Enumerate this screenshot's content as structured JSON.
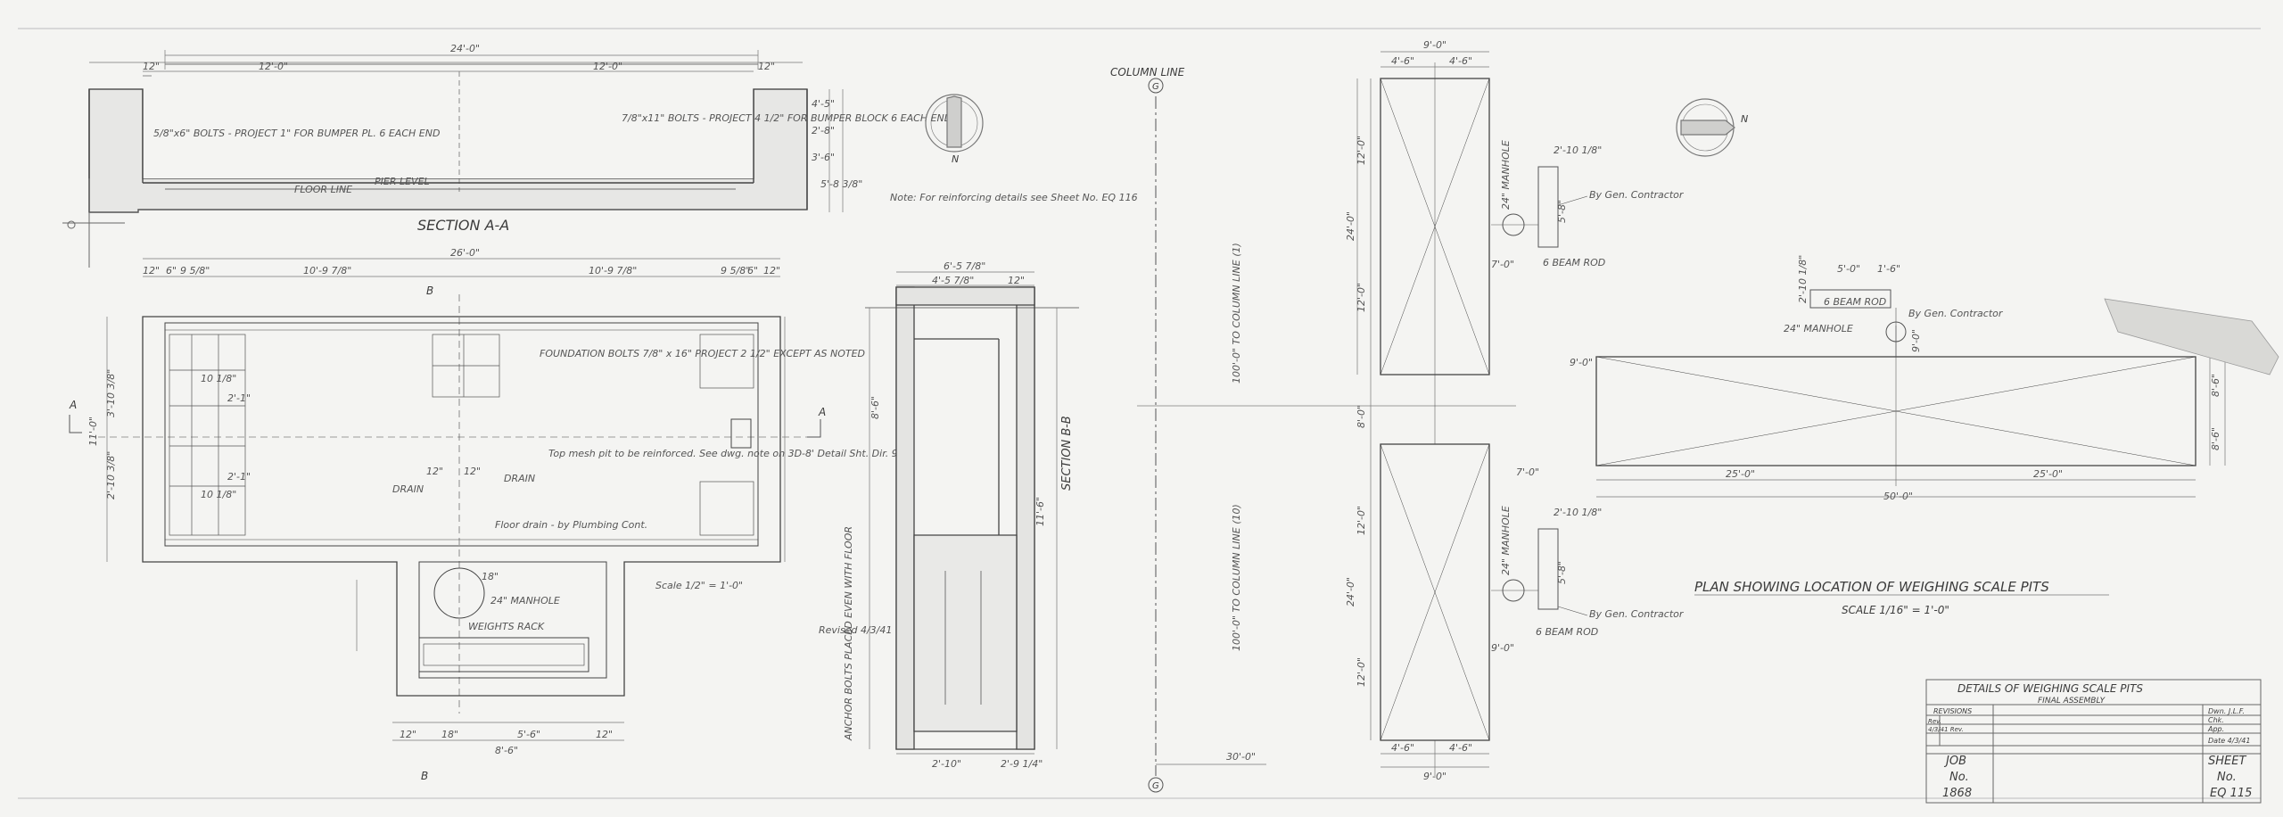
{
  "drawing": {
    "section_aa": {
      "title": "SECTION A-A",
      "dim_overall": "24'-0\"",
      "dim_left": "12'-0\"",
      "dim_right": "12'-0\"",
      "dim_end_l": "12\"",
      "dim_end_r": "12\"",
      "note_left": "5/8\"x6\" BOLTS - PROJECT 1\" FOR BUMPER PL. 6 EACH END",
      "note_right": "7/8\"x11\" BOLTS - PROJECT 4 1/2\" FOR BUMPER BLOCK 6 EACH END",
      "floor_line": "FLOOR LINE",
      "pier_level": "PIER LEVEL",
      "dims_right": [
        "4'-5\"",
        "2'-8\"",
        "3'-6\"",
        "5'-8 3/8\""
      ]
    },
    "plan": {
      "dim_overall": "26'-0\"",
      "dims_top": [
        "12\"",
        "6\"",
        "9 5/8\"",
        "10'-9 7/8\"",
        "10'-9 7/8\"",
        "9 5/8\"",
        "6\"",
        "12\""
      ],
      "foundation_note": "FOUNDATION BOLTS 7/8\" x 16\" PROJECT 2 1/2\" EXCEPT AS NOTED",
      "reinforce_note": "Top mesh pit to be reinforced. See dwg. note on 3D-8' Detail Sht. Dir. 9B No.146",
      "floor_drain": "Floor drain - by Plumbing Cont.",
      "drain_left": "DRAIN",
      "drain_right": "DRAIN",
      "dims_center": [
        "12\"",
        "12\""
      ],
      "manhole": "24\" MANHOLE",
      "manhole_dim": "18\"",
      "weights_rack": "WEIGHTS RACK",
      "scale": "Scale 1/2\" = 1'-0\"",
      "dims_bottom": [
        "12\"",
        "18\"",
        "5'-6\"",
        "12\""
      ],
      "dim_bottom_total": "8'-6\"",
      "section_b": "B",
      "section_a": "A",
      "dims_left": [
        "3'-10 3/8\"",
        "2'-10 3/8\"",
        "11'-0\""
      ],
      "dims_inner": [
        "10 1/8\"",
        "2'-1\"",
        "10 1/8\"",
        "2'-1\""
      ]
    },
    "section_bb": {
      "title": "SECTION B-B",
      "dim_top": "6'-5 7/8\"",
      "dims_top": [
        "4'-5 7/8\"",
        "12\""
      ],
      "dims_left": [
        "8'-6\"",
        "11'-6\""
      ],
      "dims_bottom": [
        "2'-10\"",
        "2'-9 1/4\""
      ],
      "handwritten": "Revised 4/3/41",
      "side_note": "ANCHOR BOLTS PLACED EVEN WITH FLOOR"
    },
    "north_left": "N",
    "north_right": "N",
    "note_center": "Note: For reinforcing details see Sheet No. EQ 116",
    "column_line": "COLUMN LINE",
    "col_g_top": "G",
    "col_g_bottom": "G",
    "column_dim_1": "100'-0\" TO COLUMN LINE (1)",
    "column_dim_2": "100'-0\" TO COLUMN LINE (10)",
    "dim_30": "30'-0\"",
    "left_pits": {
      "dim_top": "9'-0\"",
      "dims_top": [
        "4'-6\"",
        "4'-6\""
      ],
      "dims_left_upper": [
        "12'-0\"",
        "24'-0\"",
        "12'-0\""
      ],
      "dims_left_lower": [
        "12'-0\"",
        "24'-0\"",
        "12'-0\""
      ],
      "dim_gap": "8'-0\"",
      "dims_bottom": [
        "4'-6\"",
        "4'-6\""
      ],
      "dim_bottom_total": "9'-0\"",
      "manhole_upper": "24\" MANHOLE",
      "manhole_lower": "24\" MANHOLE",
      "by_gen_upper": "By Gen. Contractor",
      "by_gen_lower": "By Gen. Contractor",
      "rod_upper": "6 BEAM ROD",
      "rod_lower": "6 BEAM ROD",
      "dims_side": [
        "7'-0\"",
        "7'-0\"",
        "9'-0\"",
        "9'-0\""
      ],
      "dims_small": [
        "2'-10 1/8\"",
        "2'-10 1/8\"",
        "5'-8\"",
        "5'-8\""
      ]
    },
    "right_pit": {
      "dim_left": "25'-0\"",
      "dim_right": "25'-0\"",
      "dim_total": "50'-0\"",
      "dims_right": [
        "8'-6\"",
        "8'-6\""
      ],
      "dim_top_v": "9'-0\"",
      "manhole": "24\" MANHOLE",
      "by_gen": "By Gen. Contractor",
      "rod": "6 BEAM ROD",
      "dims_small": [
        "5'-0\"",
        "1'-6\"",
        "2'-10 1/8\""
      ]
    },
    "plan_title": "PLAN SHOWING LOCATION OF WEIGHING SCALE PITS",
    "plan_scale": "SCALE 1/16\" = 1'-0\"",
    "title_block": {
      "title": "DETAILS OF WEIGHING SCALE PITS",
      "subtitle": "FINAL ASSEMBLY",
      "revisions": "REVISIONS",
      "dwn": "Dwn. J.L.F.",
      "chk": "Chk.",
      "app": "App.",
      "date": "Date 4/3/41",
      "rev_rows": [
        "Rev.",
        "4/3/41 Rev."
      ],
      "job_label": "JOB",
      "job_no_label": "No.",
      "job_no": "1868",
      "sheet_label": "SHEET",
      "sheet_no_label": "No.",
      "sheet_no": "EQ 115"
    }
  }
}
